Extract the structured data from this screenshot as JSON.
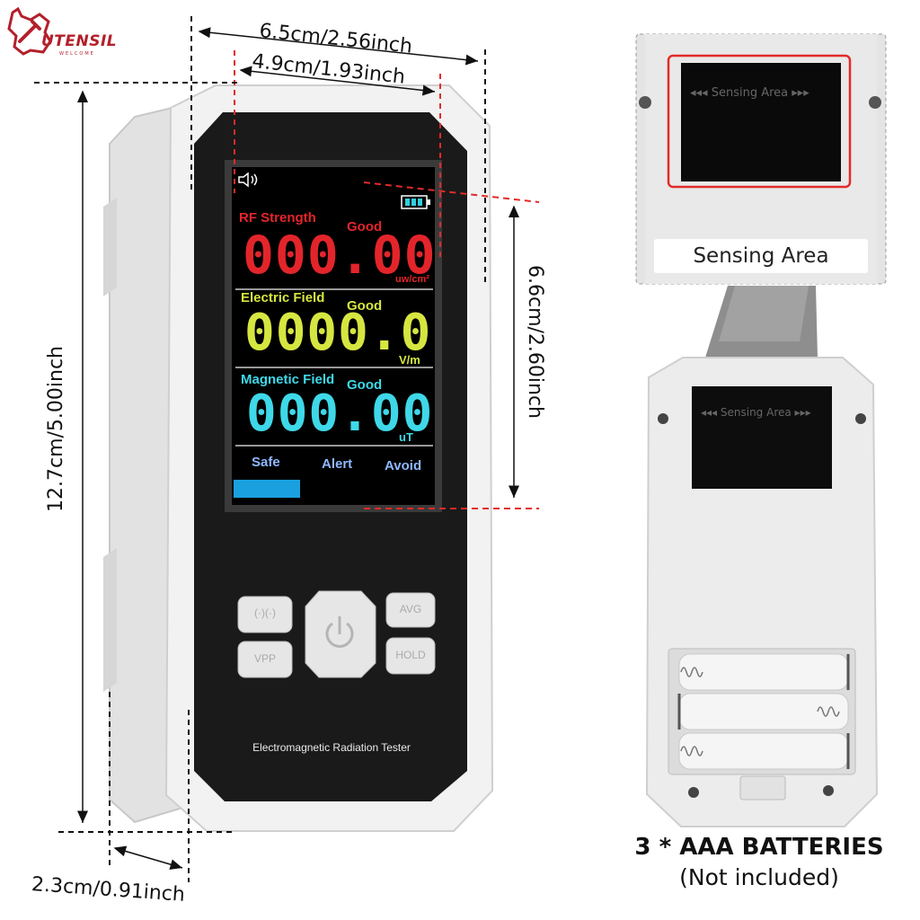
{
  "logo": {
    "brand": "UTENSIL",
    "tagline": "WELCOME"
  },
  "dimensions": {
    "outer_width": "6.5cm/2.56inch",
    "screen_width": "4.9cm/1.93inch",
    "height": "12.7cm/5.00inch",
    "screen_height": "6.6cm/2.60inch",
    "depth": "2.3cm/0.91inch"
  },
  "screen": {
    "rf": {
      "label": "RF Strength",
      "status": "Good",
      "value": "000.00",
      "unit": "uw/cm²"
    },
    "electric": {
      "label": "Electric Field",
      "status": "Good",
      "value": "0000.0",
      "unit": "V/m"
    },
    "magnetic": {
      "label": "Magnetic  Field",
      "status": "Good",
      "value": "000.00",
      "unit": "uT"
    },
    "scale": {
      "safe": "Safe",
      "alert": "Alert",
      "avoid": "Avoid"
    },
    "colors": {
      "rf": "#e3252b",
      "electric": "#d6e640",
      "magnetic": "#3ed8e8"
    }
  },
  "buttons": {
    "top_left": "(·)(·)",
    "bottom_left": "VPP",
    "top_right": "AVG",
    "bottom_right": "HOLD"
  },
  "device_name": "Electromagnetic Radiation Tester",
  "sensing": {
    "small_label": "◂◂◂ Sensing  Area ▸▸▸",
    "caption": "Sensing Area"
  },
  "batteries": {
    "title": "3 * AAA BATTERIES",
    "note": "(Not included)"
  }
}
